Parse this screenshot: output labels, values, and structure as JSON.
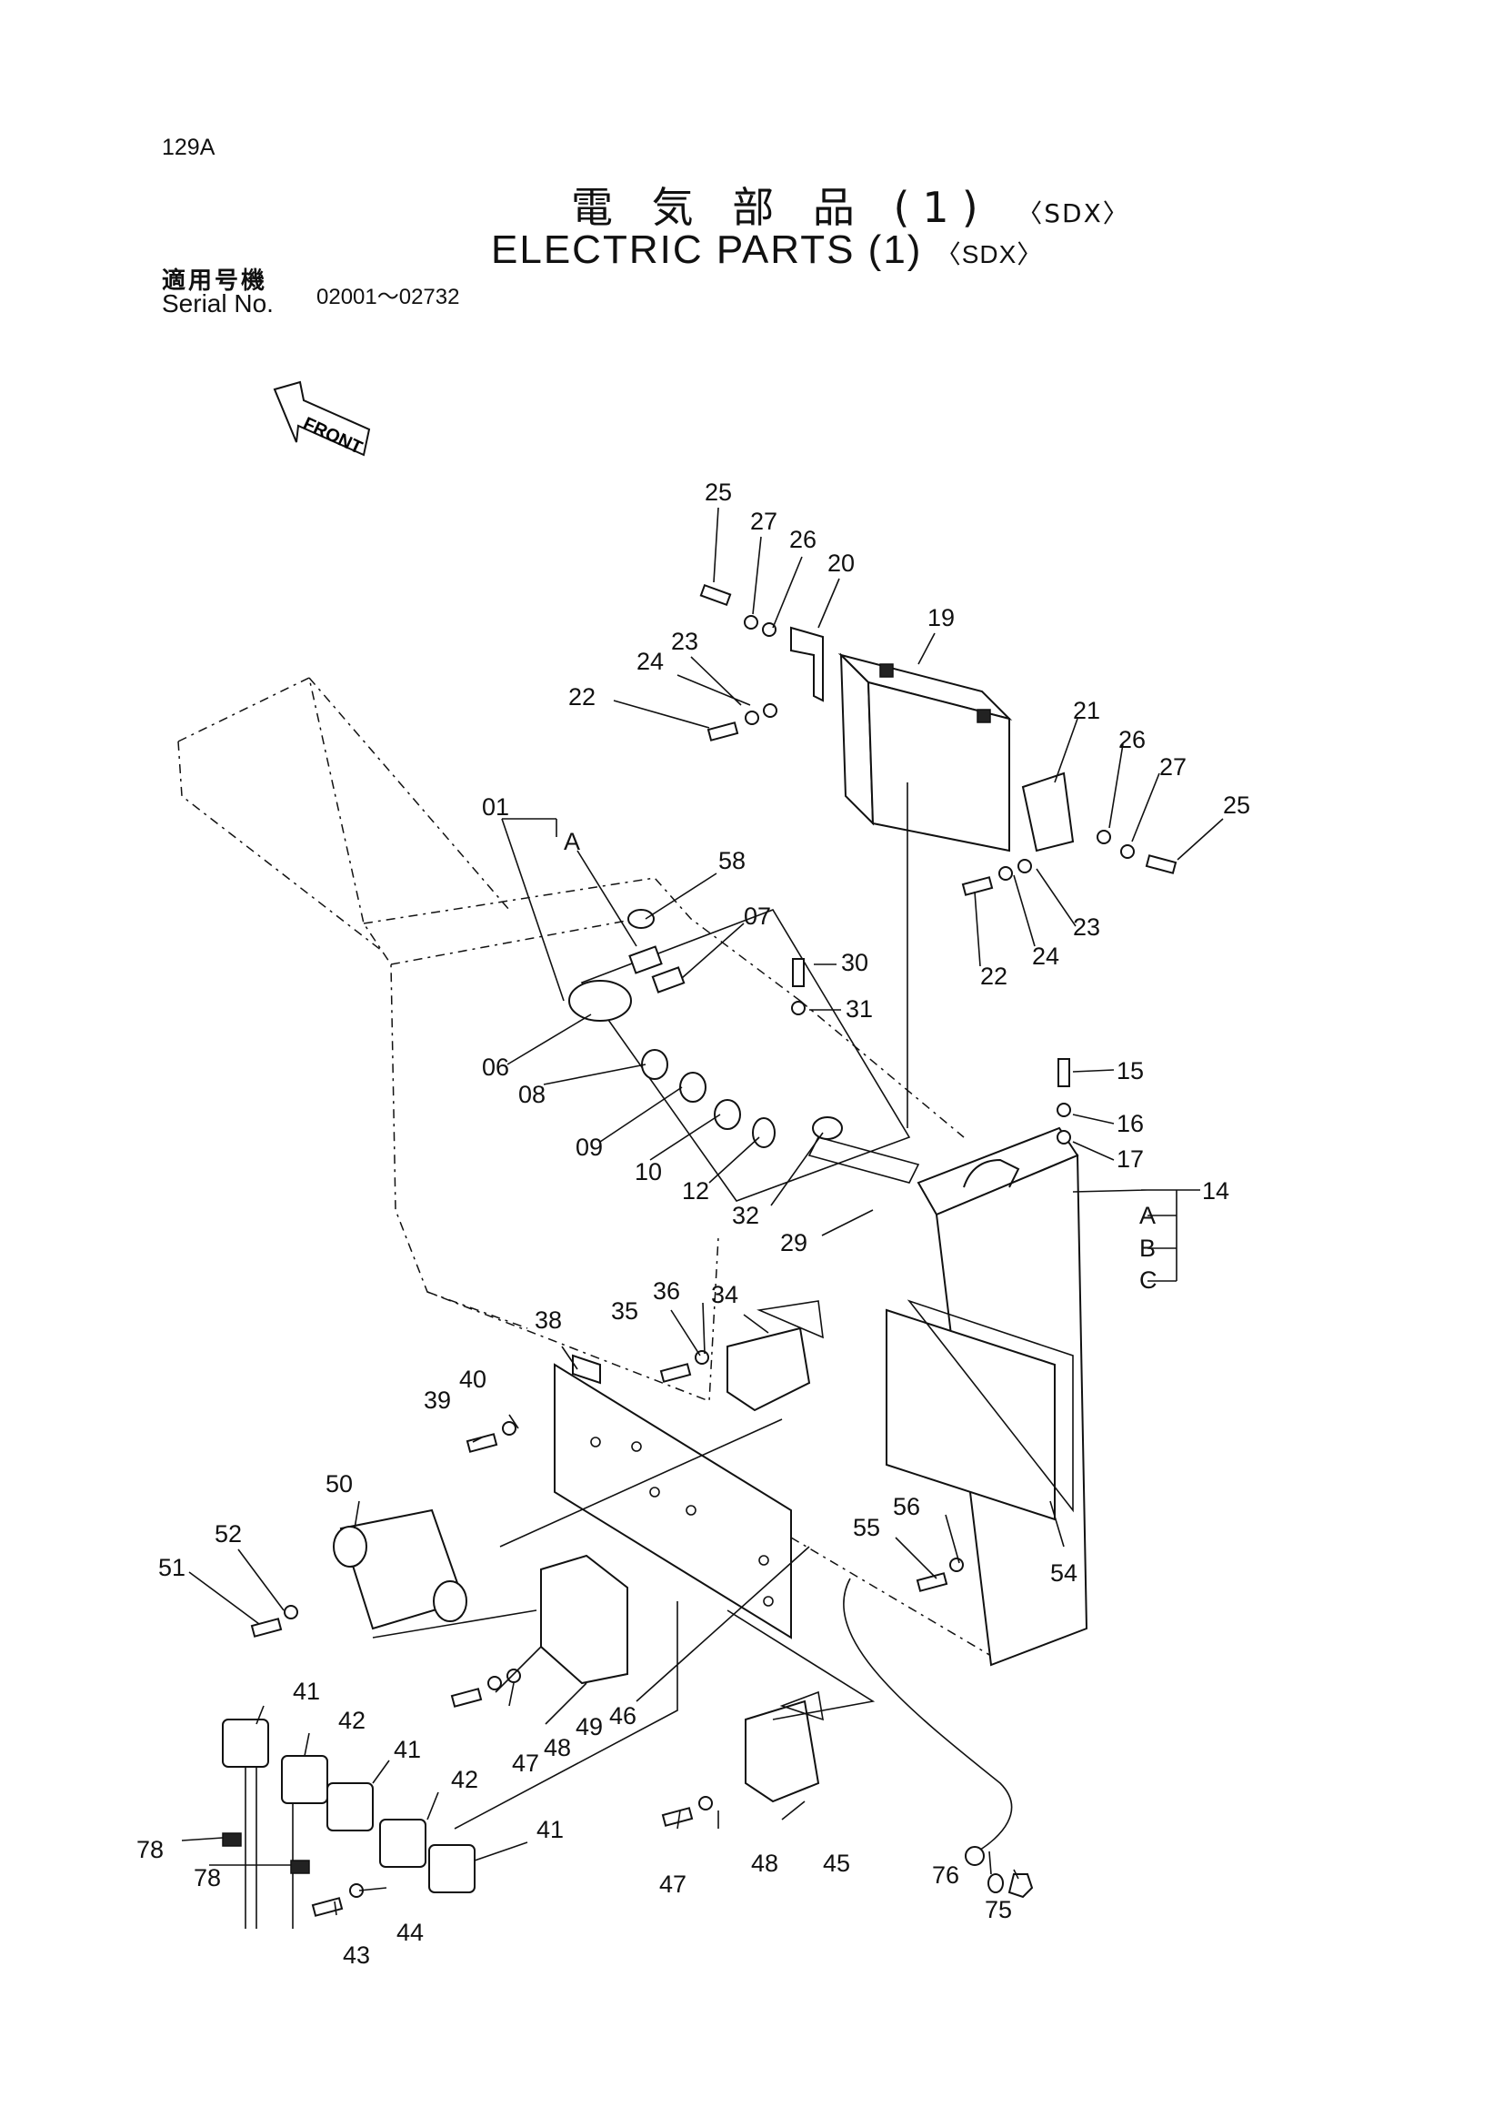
{
  "header": {
    "page_number": "129A",
    "title_jp": "電 気 部 品 (1)",
    "title_jp_variant": "〈SDX〉",
    "title_en": "ELECTRIC PARTS (1)",
    "title_en_variant": "〈SDX〉",
    "serial_label_jp": "適用号機",
    "serial_label_en": "Serial No.",
    "serial_range": "02001〜02732"
  },
  "front_arrow_label": "FRONT",
  "group_letters": [
    "A",
    "B",
    "C"
  ],
  "callouts": {
    "c25a": "25",
    "c27a": "27",
    "c26a": "26",
    "c20": "20",
    "c19": "19",
    "c23a": "23",
    "c24a": "24",
    "c22a": "22",
    "c21": "21",
    "c26b": "26",
    "c27b": "27",
    "c25b": "25",
    "c22b": "22",
    "c24b": "24",
    "c23b": "23",
    "c01": "01",
    "cA": "A",
    "c58": "58",
    "c07": "07",
    "c30": "30",
    "c31": "31",
    "c06": "06",
    "c08": "08",
    "c09": "09",
    "c10": "10",
    "c12": "12",
    "c32": "32",
    "c15": "15",
    "c16": "16",
    "c17": "17",
    "c14": "14",
    "c29": "29",
    "c34": "34",
    "c35": "35",
    "c36": "36",
    "c38": "38",
    "c39": "39",
    "c40": "40",
    "c50": "50",
    "c52": "52",
    "c51": "51",
    "c55": "55",
    "c56": "56",
    "c54": "54",
    "c41a": "41",
    "c42a": "42",
    "c41b": "41",
    "c42b": "42",
    "c41c": "41",
    "c46": "46",
    "c49": "49",
    "c48a": "48",
    "c47a": "47",
    "c78a": "78",
    "c78b": "78",
    "c43": "43",
    "c44": "44",
    "c47b": "47",
    "c48b": "48",
    "c45": "45",
    "c76": "76",
    "c75": "75"
  }
}
